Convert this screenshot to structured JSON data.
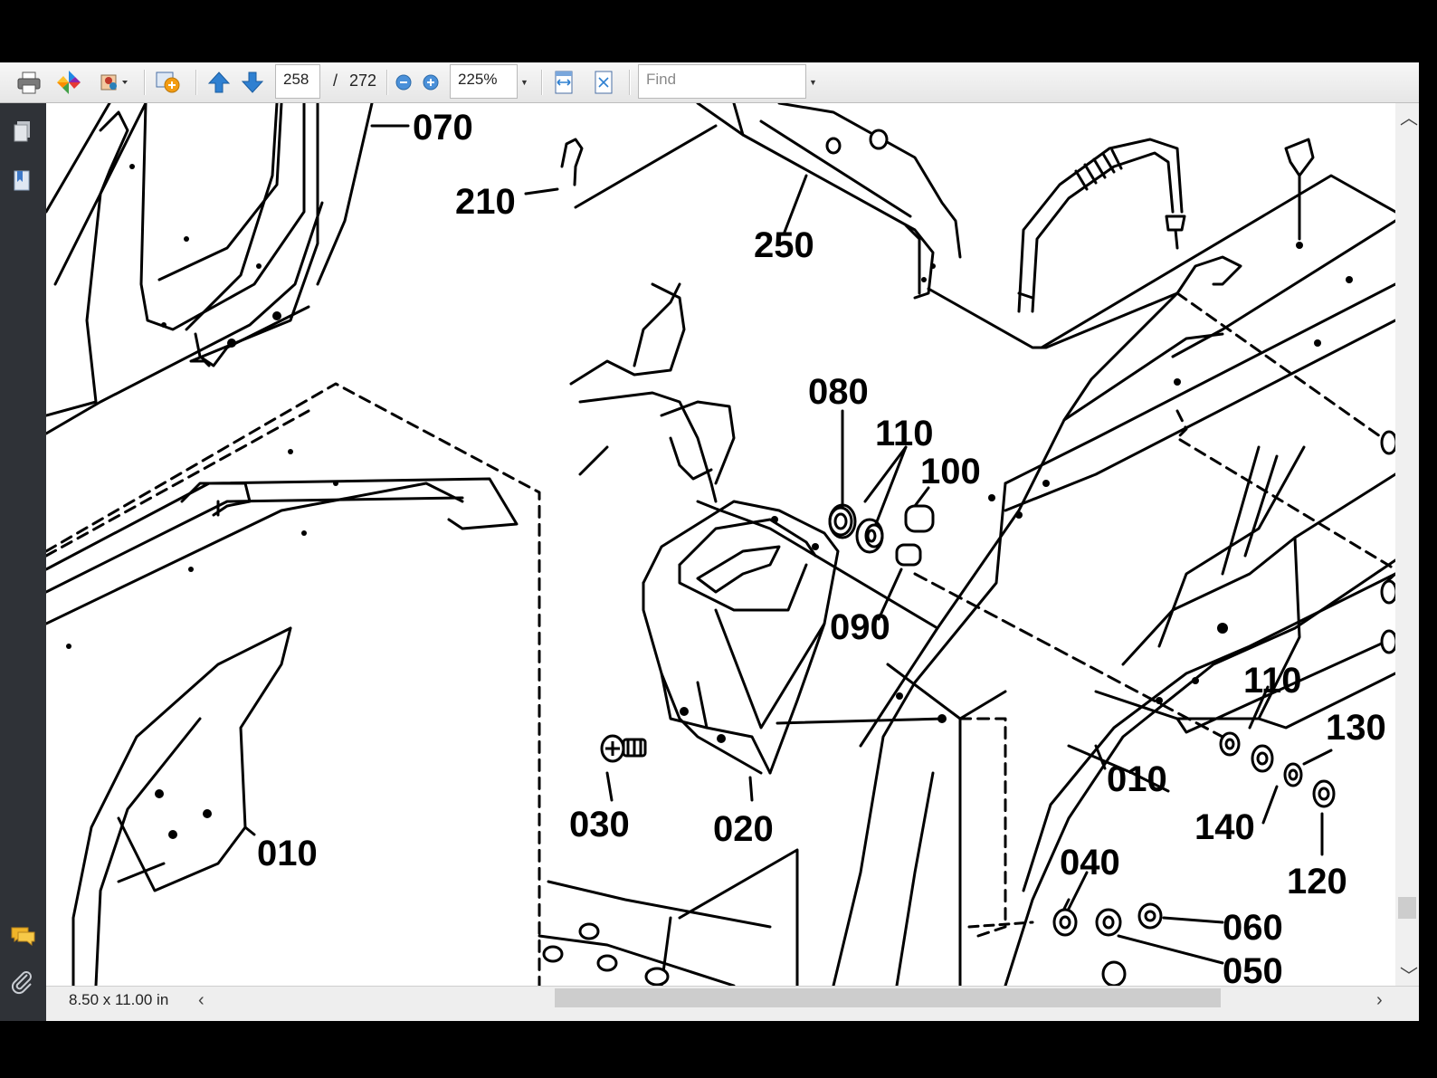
{
  "toolbar": {
    "current_page": "258",
    "total_pages": "272",
    "page_separator": "/",
    "zoom_level": "225%",
    "find_placeholder": "Find",
    "icons": [
      "print-icon",
      "pinwheel-icon",
      "images-icon",
      "share-icon",
      "page-up-icon",
      "page-down-icon",
      "zoom-out-icon",
      "zoom-in-icon",
      "fit-width-icon",
      "fit-page-icon"
    ]
  },
  "sidebar": {
    "icons": [
      "pages-icon",
      "bookmarks-icon",
      "comments-icon",
      "attachments-icon"
    ]
  },
  "status": {
    "page_size": "8.50 x 11.00 in"
  },
  "diagram": {
    "callouts": [
      "070",
      "210",
      "250",
      "080",
      "110",
      "100",
      "090",
      "010",
      "030",
      "020",
      "010",
      "110",
      "130",
      "140",
      "120",
      "040",
      "060",
      "050"
    ]
  }
}
